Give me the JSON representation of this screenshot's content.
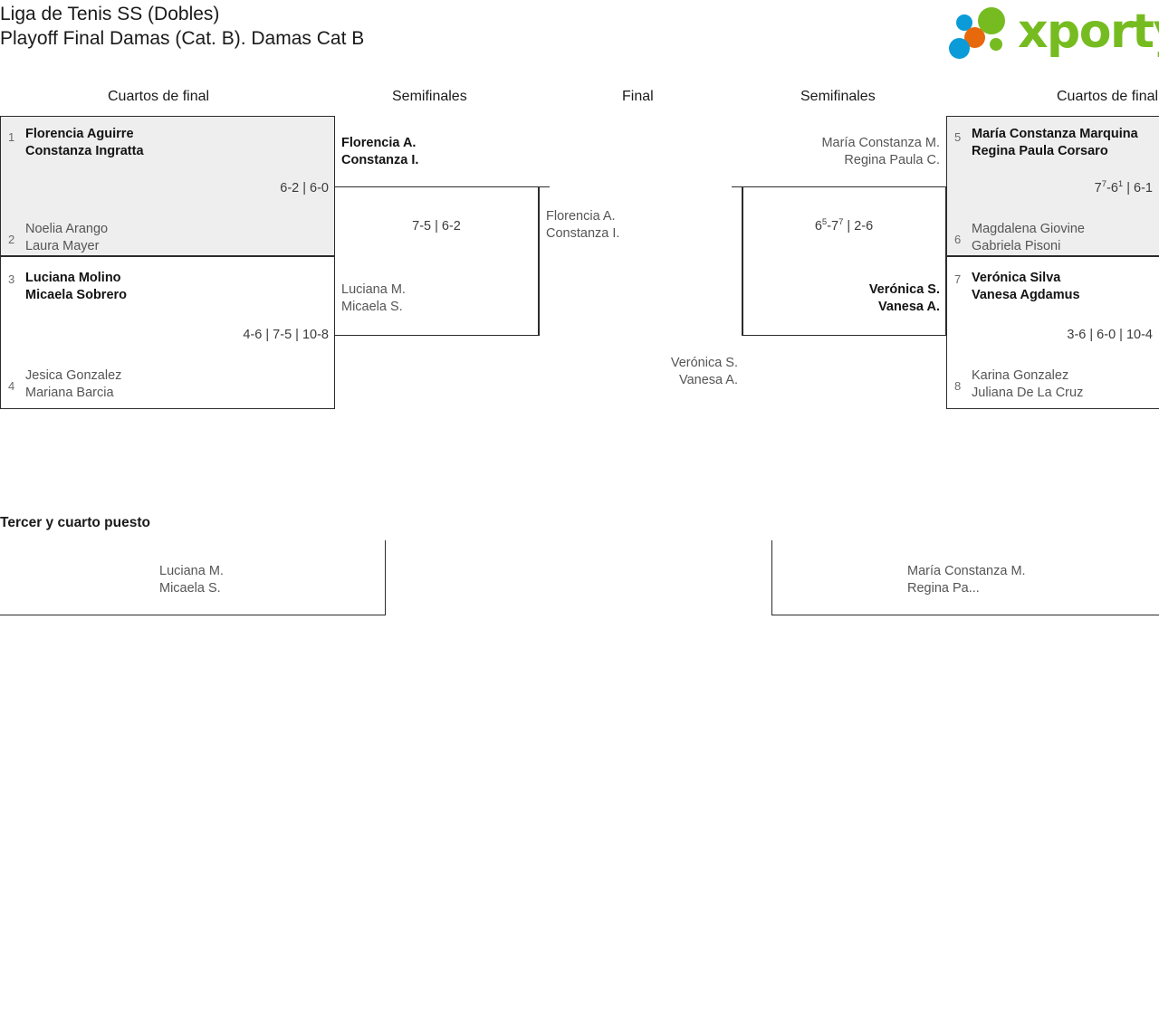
{
  "header": {
    "title_line1": "Liga de Tenis SS (Dobles)",
    "title_line2": "Playoff Final Damas (Cat. B). Damas Cat B",
    "logo_text": "xporty",
    "logo_colors": {
      "green": "#76bc21",
      "blue": "#0b9bd8",
      "orange": "#e8690b"
    }
  },
  "round_headers": {
    "qf_left": "Cuartos de final",
    "sf_left": "Semifinales",
    "final": "Final",
    "sf_right": "Semifinales",
    "qf_right": "Cuartos de final"
  },
  "bracket": {
    "qf_left": [
      {
        "shaded": true,
        "top": {
          "seed": "1",
          "line1": "Florencia Aguirre",
          "line2": "Constanza Ingratta",
          "result": "winner"
        },
        "bottom": {
          "seed": "2",
          "line1": "Noelia Arango",
          "line2": "Laura Mayer",
          "result": "loser"
        },
        "score": "6-2 | 6-0"
      },
      {
        "shaded": false,
        "top": {
          "seed": "3",
          "line1": "Luciana Molino",
          "line2": "Micaela Sobrero",
          "result": "winner"
        },
        "bottom": {
          "seed": "4",
          "line1": "Jesica Gonzalez",
          "line2": "Mariana Barcia",
          "result": "loser"
        },
        "score": "4-6 | 7-5 | 10-8"
      }
    ],
    "sf_left": {
      "top": {
        "line1": "Florencia A.",
        "line2": "Constanza I.",
        "result": "winner"
      },
      "bottom": {
        "line1": "Luciana M.",
        "line2": "Micaela S.",
        "result": "loser"
      },
      "score": "7-5 | 6-2"
    },
    "final": {
      "left": {
        "line1": "Florencia A.",
        "line2": "Constanza I.",
        "result": "loser"
      },
      "right": {
        "line1": "Verónica S.",
        "line2": "Vanesa A.",
        "result": "loser"
      },
      "score": ""
    },
    "sf_right": {
      "top": {
        "line1": "María Constanza M.",
        "line2": "Regina Paula C.",
        "result": "loser"
      },
      "bottom": {
        "line1": "Verónica S.",
        "line2": "Vanesa A.",
        "result": "winner"
      },
      "score_pre": "6",
      "score_sup1": "5",
      "score_mid": "-7",
      "score_sup2": "7",
      "score_post": " | 2-6",
      "score_plain": "6⁵-7⁷ | 2-6"
    },
    "qf_right": [
      {
        "shaded": true,
        "top": {
          "seed": "5",
          "line1": "María Constanza Marquina",
          "line2": "Regina Paula Corsaro",
          "result": "winner"
        },
        "bottom": {
          "seed": "6",
          "line1": "Magdalena Giovine",
          "line2": "Gabriela Pisoni",
          "result": "loser"
        },
        "score_pre": "7",
        "score_sup1": "7",
        "score_mid": "-6",
        "score_sup2": "1",
        "score_post": " | 6-1",
        "score_plain": "7⁷-6¹ | 6-1"
      },
      {
        "shaded": false,
        "top": {
          "seed": "7",
          "line1": "Verónica Silva",
          "line2": "Vanesa Agdamus",
          "result": "winner"
        },
        "bottom": {
          "seed": "8",
          "line1": "Karina Gonzalez",
          "line2": "Juliana De La Cruz",
          "result": "loser"
        },
        "score_plain": "3-6 | 6-0 | 10-4"
      }
    ]
  },
  "third_place": {
    "title": "Tercer y cuarto puesto",
    "left": {
      "line1": "Luciana M.",
      "line2": "Micaela S."
    },
    "right": {
      "line1": "María Constanza M.",
      "line2": "Regina Pa..."
    }
  }
}
